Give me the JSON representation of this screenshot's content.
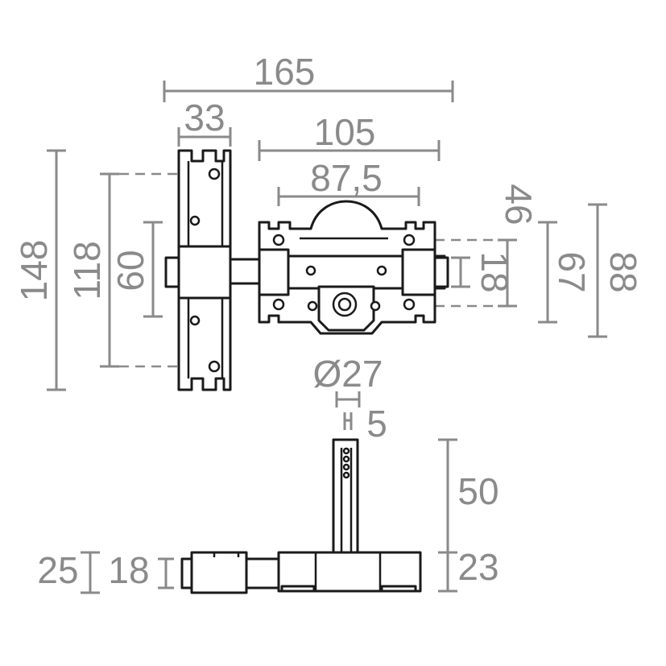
{
  "dimensions": {
    "total_width": "165",
    "plate_width": "33",
    "body_width": "105",
    "hole_spacing": "87,5",
    "total_height": "148",
    "plate_hole_spacing": "118",
    "plate_inner_spacing": "60",
    "body_small": "46",
    "bolt_height": "18",
    "body_mid": "67",
    "body_height": "88",
    "cylinder_diameter": "Ø27",
    "pin_width": "5",
    "pin_length": "50",
    "base_depth": "23",
    "plate_depth": "25",
    "bolt_depth": "18"
  },
  "colors": {
    "dimension": "#8a8a8a",
    "outline": "#1a1a1a",
    "background": "#ffffff"
  }
}
